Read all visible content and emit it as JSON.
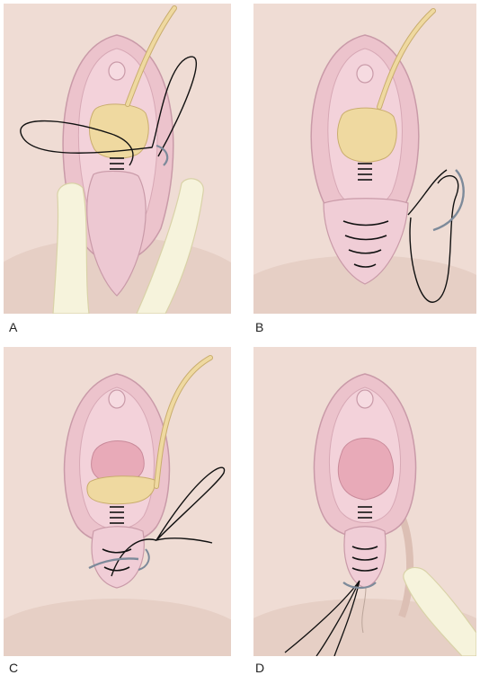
{
  "figure": {
    "panels": [
      {
        "id": "A",
        "label": "A"
      },
      {
        "id": "B",
        "label": "B"
      },
      {
        "id": "C",
        "label": "C"
      },
      {
        "id": "D",
        "label": "D"
      }
    ]
  },
  "colors": {
    "skin_background": "#efdcd4",
    "skin_shadow": "#e3c7bd",
    "tissue_pink": "#f1c9d3",
    "tissue_outline": "#c99aa8",
    "inner_red": "#e8aab8",
    "gauze_tan": "#efd9a0",
    "catheter_tan": "#e8cf8a",
    "glove_cream": "#f6f3dc",
    "suture_black": "#111111",
    "needle_grey": "#8a96a6"
  }
}
